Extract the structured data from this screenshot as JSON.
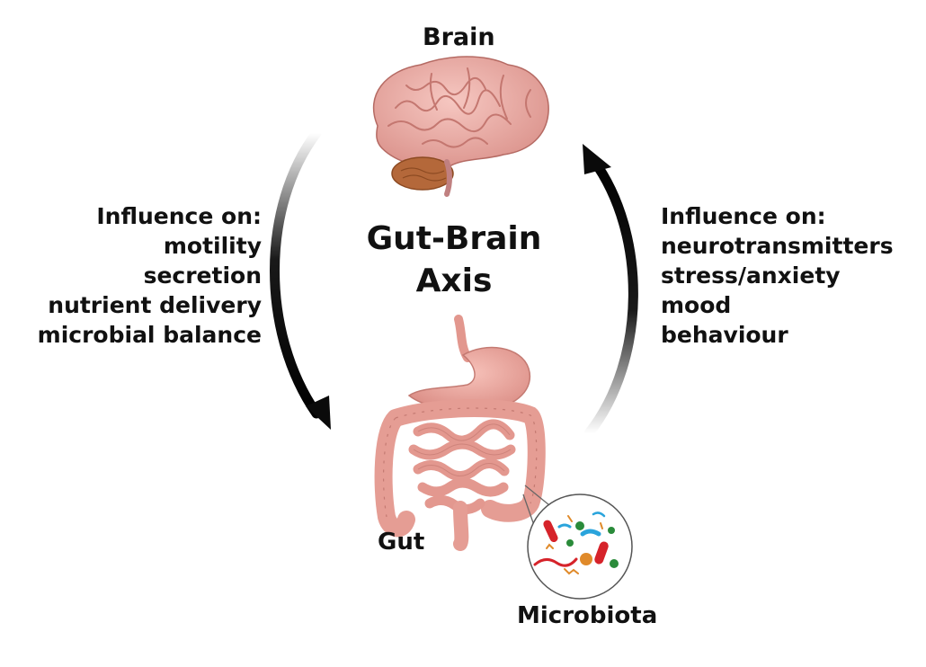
{
  "labels": {
    "brain": "Brain",
    "gut": "Gut",
    "microbiota": "Microbiota"
  },
  "center_title": {
    "line1": "Gut-Brain",
    "line2": "Axis"
  },
  "left_influence": {
    "heading": "Influence on:",
    "items": [
      "motility",
      "secretion",
      "nutrient delivery",
      "microbial balance"
    ]
  },
  "right_influence": {
    "heading": "Influence on:",
    "items": [
      "neurotransmitters",
      "stress/anxiety",
      "mood",
      "behaviour"
    ]
  },
  "colors": {
    "brain": "#e8a6a0",
    "brain_folds": "#c7766f",
    "cerebellum": "#b4683a",
    "gut": "#eba39a",
    "gut_shadow": "#c47a72",
    "arrow": "#0a0a0a",
    "microbe_red": "#d6232a",
    "microbe_blue": "#2aa4dc",
    "microbe_green": "#2a8b3a",
    "microbe_orange": "#e08a2a"
  }
}
